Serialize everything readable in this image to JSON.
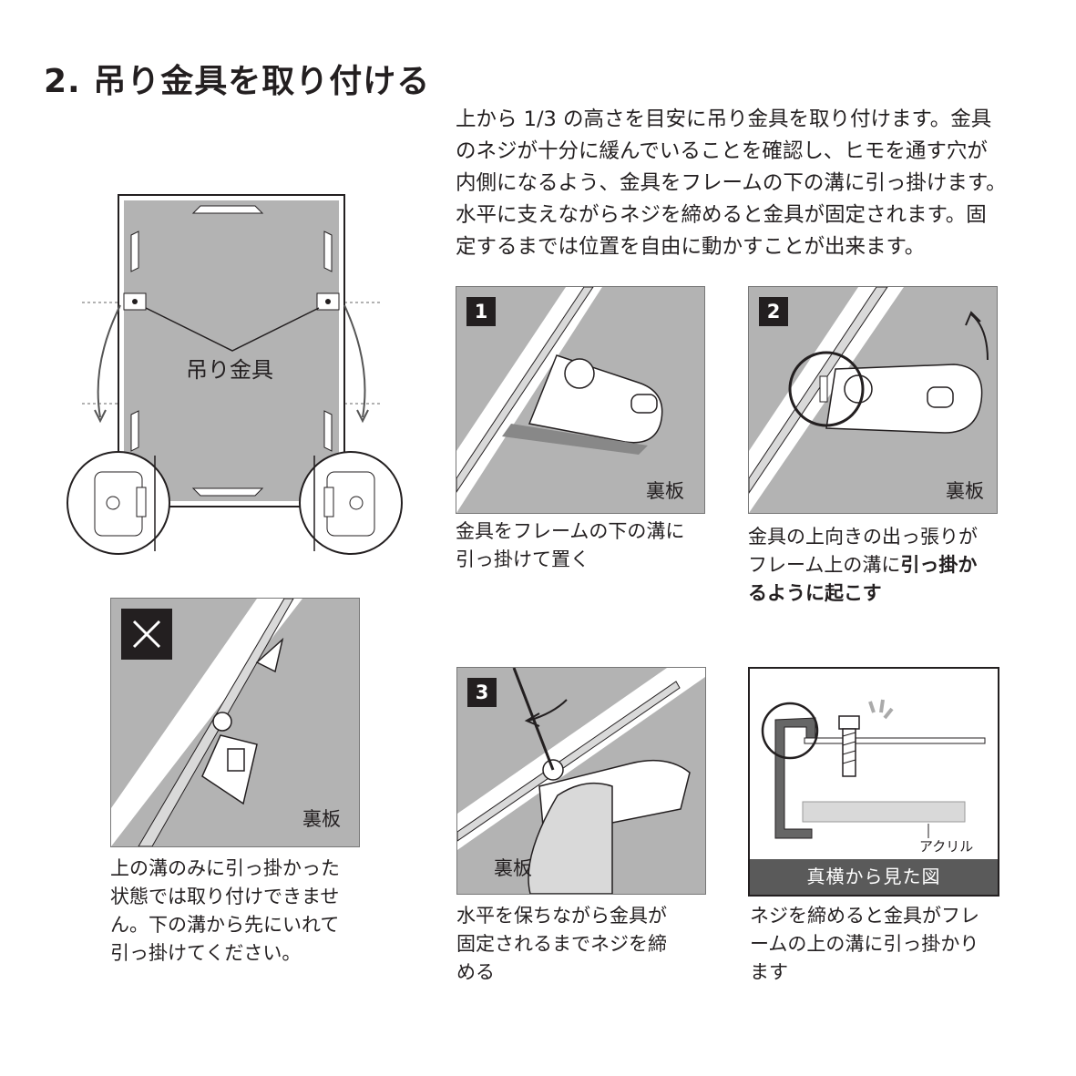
{
  "title": "2. 吊り金具を取り付ける",
  "intro_lines": [
    "上から 1/3 の高さを目安に吊り金具を取り付けます。金具",
    "のネジが十分に緩んでいることを確認し、ヒモを通す穴が",
    "内側になるよう、金具をフレームの下の溝に引っ掛けます。",
    "水平に支えながらネジを締めると金具が固定されます。固",
    "定するまでは位置を自由に動かすことが出来ます。"
  ],
  "overview": {
    "label": "吊り金具"
  },
  "steps": [
    {
      "number": "1",
      "backboard": "裏板",
      "caption": [
        "金具をフレームの下の溝に",
        "引っ掛けて置く"
      ]
    },
    {
      "number": "2",
      "backboard": "裏板",
      "caption_line1": "金具の上向きの出っ張りが",
      "caption_line2_plain": "フレーム上の溝に",
      "caption_line2_bold": "引っ掛か",
      "caption_line3_bold": "るように起こす"
    },
    {
      "number": "3",
      "backboard": "裏板",
      "caption": [
        "水平を保ちながら金具が",
        "固定されるまでネジを締",
        "める"
      ]
    }
  ],
  "wrong": {
    "backboard": "裏板",
    "caption": [
      "上の溝のみに引っ掛かった",
      "状態では取り付けできませ",
      "ん。下の溝から先にいれて",
      "引っ掛けてください。"
    ]
  },
  "side_view": {
    "label_acrylic": "アクリル",
    "caption_bar": "真横から見た図",
    "caption": [
      "ネジを締めると金具がフレ",
      "ームの上の溝に引っ掛かり",
      "ます"
    ]
  },
  "colors": {
    "board_gray": "#b3b3b3",
    "dark": "#231f20",
    "caption_bar": "#5a5a5a"
  }
}
